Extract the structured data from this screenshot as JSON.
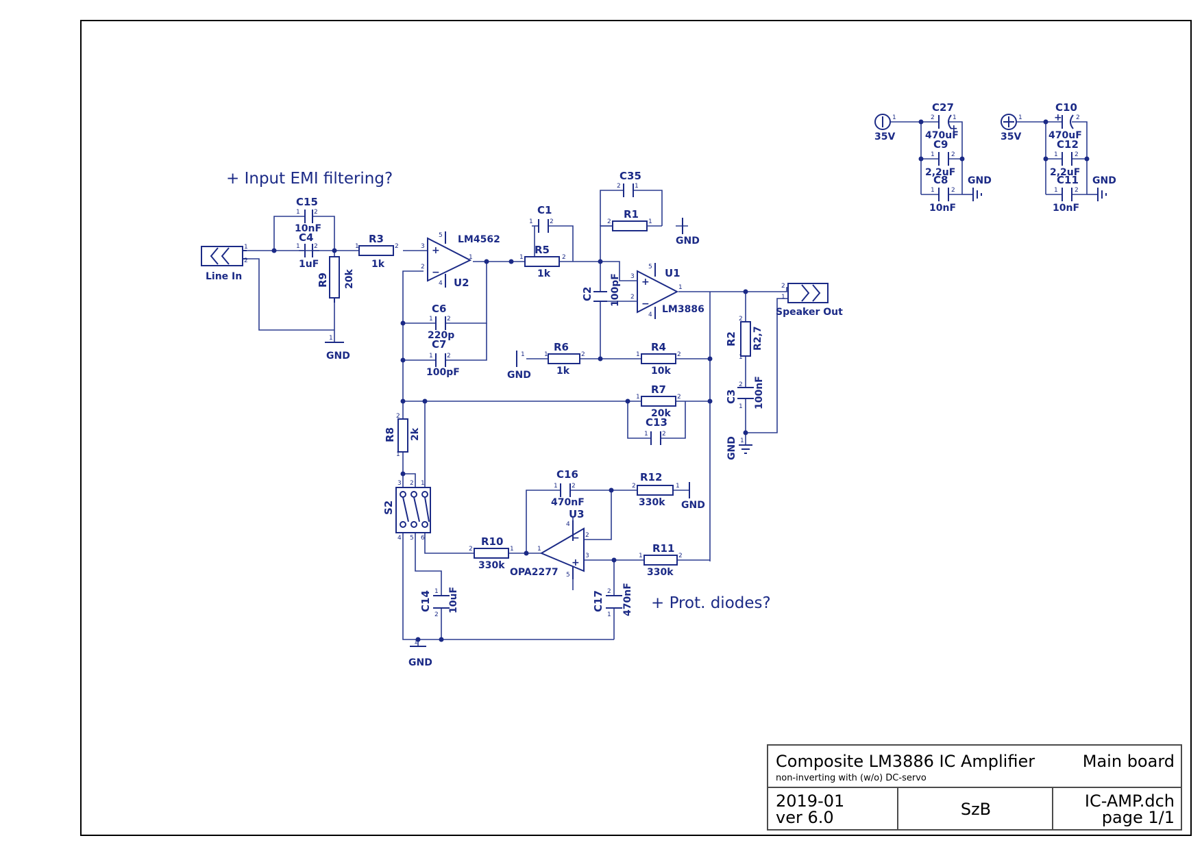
{
  "notes": {
    "emi": "+ Input EMI filtering?",
    "prot": "+ Prot. diodes?"
  },
  "parts": {
    "C15": {
      "ref": "C15",
      "value": "10nF"
    },
    "C4": {
      "ref": "C4",
      "value": "1uF"
    },
    "R3": {
      "ref": "R3",
      "value": "1k"
    },
    "R9": {
      "ref": "R9",
      "value": "20k"
    },
    "U2": {
      "ref": "U2",
      "value": "LM4562"
    },
    "C1": {
      "ref": "C1"
    },
    "R5": {
      "ref": "R5",
      "value": "1k"
    },
    "C35": {
      "ref": "C35"
    },
    "R1": {
      "ref": "R1"
    },
    "C2": {
      "ref": "C2",
      "value": "100pF"
    },
    "U1": {
      "ref": "U1",
      "value": "LM3886"
    },
    "C6": {
      "ref": "C6",
      "value": "220p"
    },
    "C7": {
      "ref": "C7",
      "value": "100pF"
    },
    "R6": {
      "ref": "R6",
      "value": "1k"
    },
    "R4": {
      "ref": "R4",
      "value": "10k"
    },
    "R2": {
      "ref": "R2",
      "value": "R2,7"
    },
    "C3": {
      "ref": "C3",
      "value": "100nF"
    },
    "R7": {
      "ref": "R7",
      "value": "20k"
    },
    "C13": {
      "ref": "C13"
    },
    "R8": {
      "ref": "R8",
      "value": "2k"
    },
    "S2": {
      "ref": "S2"
    },
    "C16": {
      "ref": "C16",
      "value": "470nF"
    },
    "R12": {
      "ref": "R12",
      "value": "330k"
    },
    "U3": {
      "ref": "U3",
      "value": "OPA2277"
    },
    "R10": {
      "ref": "R10",
      "value": "330k"
    },
    "R11": {
      "ref": "R11",
      "value": "330k"
    },
    "C14": {
      "ref": "C14",
      "value": "10uF"
    },
    "C17": {
      "ref": "C17",
      "value": "470nF"
    },
    "C27": {
      "ref": "C27",
      "value": "470uF"
    },
    "C9": {
      "ref": "C9",
      "value": "2,2uF"
    },
    "C8": {
      "ref": "C8",
      "value": "10nF"
    },
    "C10": {
      "ref": "C10",
      "value": "470uF"
    },
    "C12": {
      "ref": "C12",
      "value": "2,2uF"
    },
    "C11": {
      "ref": "C11",
      "value": "10nF"
    }
  },
  "connectors": {
    "line_in": "Line In",
    "speaker_out": "Speaker Out"
  },
  "nets": {
    "gnd": "GND",
    "neg_supply": "35V",
    "pos_supply": "35V"
  },
  "title_block": {
    "title": "Composite LM3886 IC Amplifier",
    "subtitle": "non-inverting with (w/o) DC-servo",
    "sheet_name": "Main board",
    "date": "2019-01",
    "version": "ver 6.0",
    "author": "SzB",
    "file": "IC-AMP.dch",
    "page": "page 1/1"
  },
  "colors": {
    "wire": "#2a3b8f",
    "symbol": "#1b2a86",
    "frame": "#000000"
  }
}
